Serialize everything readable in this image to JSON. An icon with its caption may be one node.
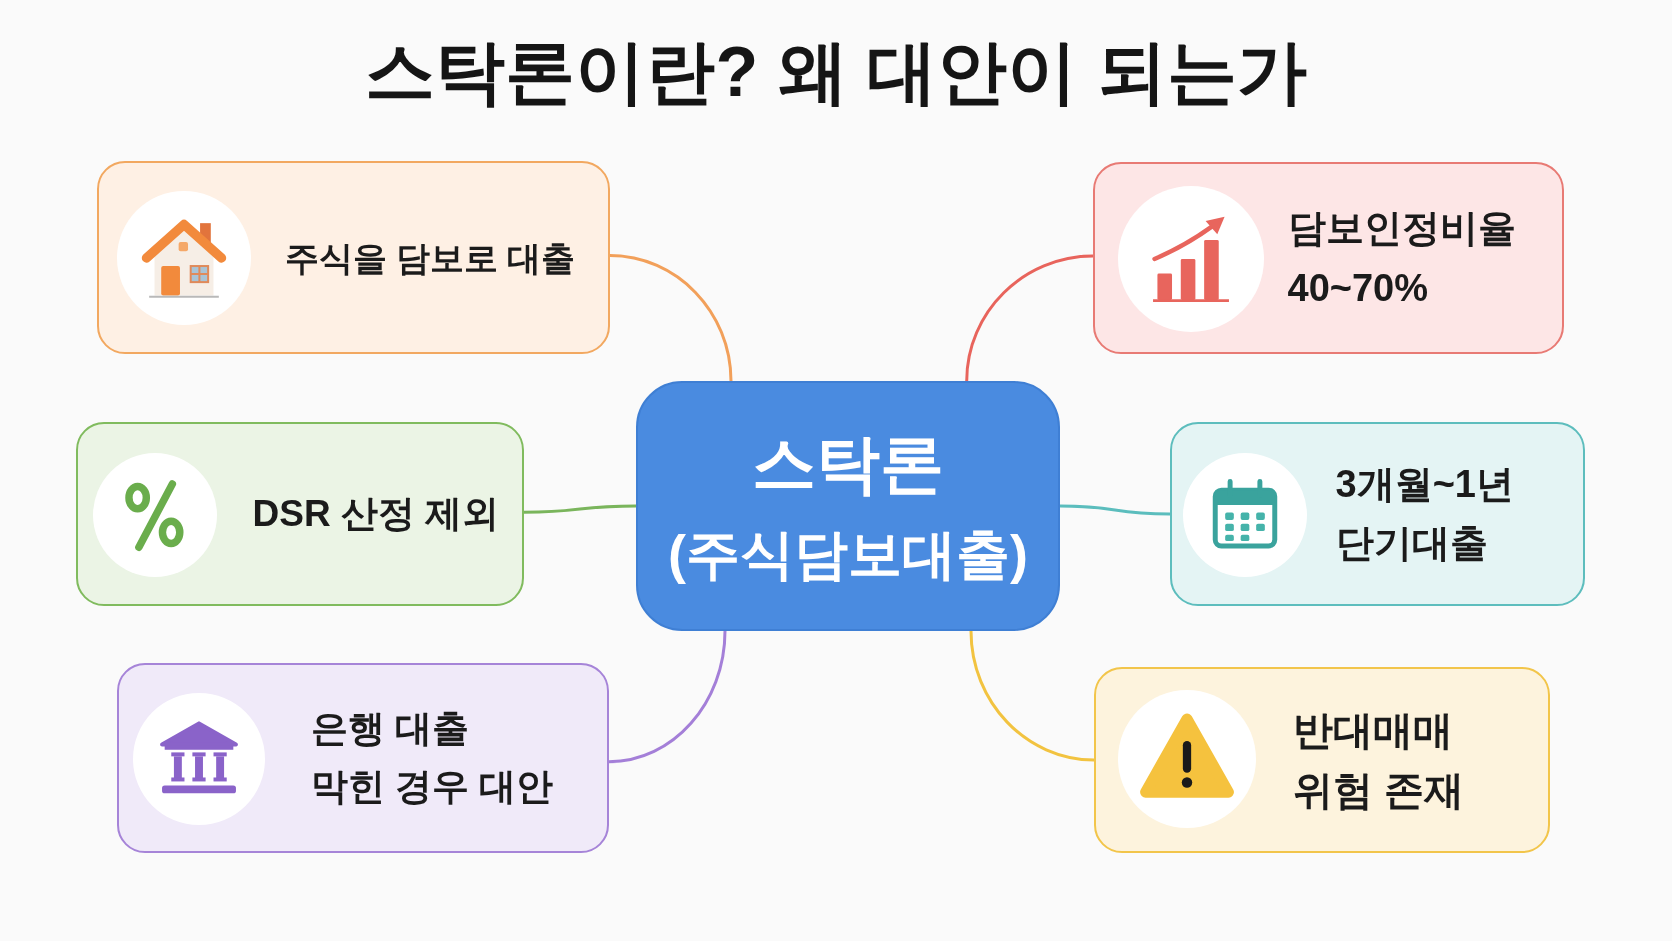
{
  "diagram": {
    "title": "스탁론이란? 왜 대안이 되는가",
    "nodes": [
      {
        "text": [
          "주식을 담보로 대출"
        ]
      },
      {
        "text": [
          "담보인정비율 40~70%"
        ]
      },
      {
        "text": [
          "스탁론",
          "(주식담보대출)"
        ]
      },
      {
        "text": [
          "DSR 산정 제외"
        ]
      },
      {
        "text": [
          "3개월~1년 단기대출"
        ]
      },
      {
        "text": [
          "은행 대출 막힌 경우 대안"
        ]
      },
      {
        "text": [
          "반대매매 위험 존재"
        ]
      }
    ],
    "edges": [
      {
        "from": 2,
        "to": 0,
        "arrow": "none",
        "color": "#f2a05a"
      },
      {
        "from": 2,
        "to": 1,
        "arrow": "none",
        "color": "#e8645c"
      },
      {
        "from": 2,
        "to": 3,
        "arrow": "none",
        "color": "#7ab55c"
      },
      {
        "from": 2,
        "to": 4,
        "arrow": "none",
        "color": "#5bbdbd"
      },
      {
        "from": 2,
        "to": 5,
        "arrow": "none",
        "color": "#a47fd8"
      },
      {
        "from": 2,
        "to": 6,
        "arrow": "none",
        "color": "#f2c340"
      }
    ]
  }
}
